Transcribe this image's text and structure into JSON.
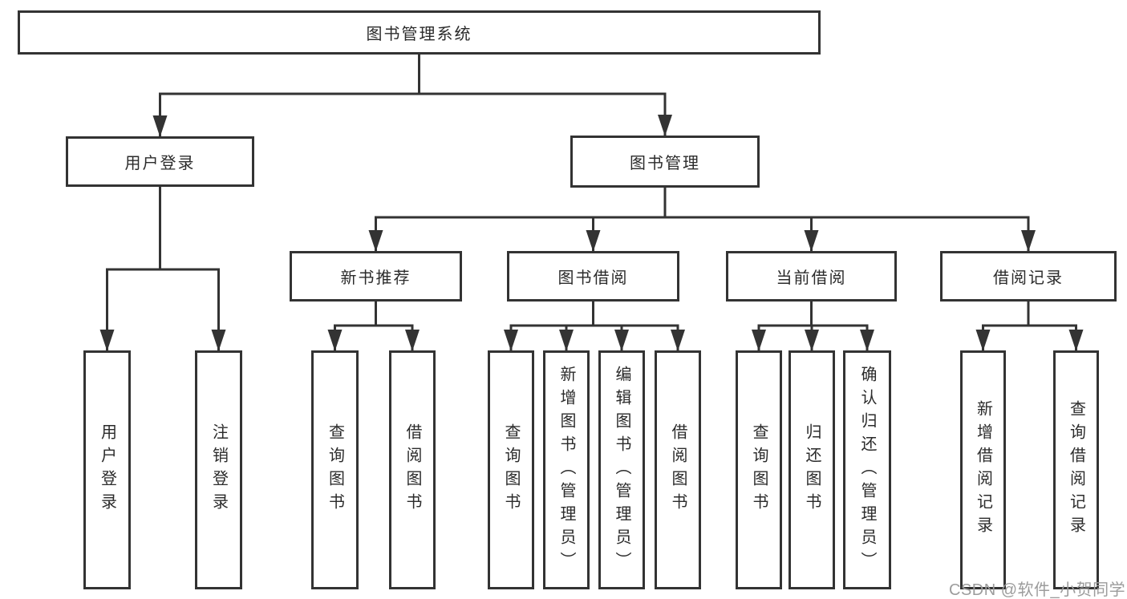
{
  "diagram": {
    "title": "图书管理系统",
    "type": "hierarchy-tree"
  },
  "nodes": {
    "root": {
      "label": "图书管理系统"
    },
    "user_login": {
      "label": "用户登录"
    },
    "book_mgmt": {
      "label": "图书管理"
    },
    "new_book": {
      "label": "新书推荐"
    },
    "book_borrow": {
      "label": "图书借阅"
    },
    "current_borrow": {
      "label": "当前借阅"
    },
    "borrow_record": {
      "label": "借阅记录"
    },
    "ul_login": {
      "label": "用户登录"
    },
    "ul_logout": {
      "label": "注销登录"
    },
    "nb_query": {
      "label": "查询图书"
    },
    "nb_borrow": {
      "label": "借阅图书"
    },
    "bb_query": {
      "label": "查询图书"
    },
    "bb_add": {
      "label": "新增图书（管理员）"
    },
    "bb_edit": {
      "label": "编辑图书（管理员）"
    },
    "bb_borrow": {
      "label": "借阅图书"
    },
    "cb_query": {
      "label": "查询图书"
    },
    "cb_return": {
      "label": "归还图书"
    },
    "cb_confirm": {
      "label": "确认归还（管理员）"
    },
    "br_add": {
      "label": "新增借阅记录"
    },
    "br_query": {
      "label": "查询借阅记录"
    }
  },
  "structure": {
    "children": {
      "root": [
        "user_login",
        "book_mgmt"
      ],
      "user_login": [
        "ul_login",
        "ul_logout"
      ],
      "book_mgmt": [
        "new_book",
        "book_borrow",
        "current_borrow",
        "borrow_record"
      ],
      "new_book": [
        "nb_query",
        "nb_borrow"
      ],
      "book_borrow": [
        "bb_query",
        "bb_add",
        "bb_edit",
        "bb_borrow"
      ],
      "current_borrow": [
        "cb_query",
        "cb_return",
        "cb_confirm"
      ],
      "borrow_record": [
        "br_add",
        "br_query"
      ]
    }
  },
  "watermark": {
    "text": "CSDN @软件_小贺同学"
  },
  "colors": {
    "line": "#333333",
    "text": "#2b2b2b",
    "watermark": "#9c9c9c",
    "background": "#ffffff"
  }
}
